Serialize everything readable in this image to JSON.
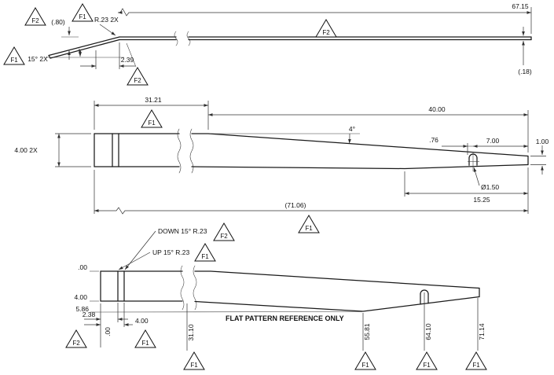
{
  "flags": {
    "f1": "F1",
    "f2": "F2"
  },
  "top_view": {
    "dim_overall": "67.15",
    "dim_offset": "(.80)",
    "note_radius": "R.23 2X",
    "dim_bend_angle": "15° 2X",
    "dim_tab_length": "2.39",
    "dim_thickness": "(.18)"
  },
  "plan_view": {
    "dim_left_section": "31.21",
    "dim_taper_length": "40.00",
    "dim_taper_angle": "4°",
    "dim_slot_offset": ".76",
    "dim_slot_to_end": "7.00",
    "dim_end_width": "1.00",
    "dim_width": "4.00 2X",
    "dim_slot_diameter": "Ø1.50",
    "dim_slot_from_end": "15.25",
    "dim_overall_ref": "(71.06)"
  },
  "flat_view": {
    "note_down_bend": "DOWN 15° R.23",
    "note_up_bend": "UP 15° R.23",
    "note_reference": "FLAT PATTERN REFERENCE ONLY",
    "ord_y_zero": ".00",
    "ord_y_width": "4.00",
    "ord_y_max": "5.86",
    "dim_bend1": "2.38",
    "dim_bend2": "4.00",
    "ord_x_zero": ".00",
    "ord_x_break": "31.10",
    "ord_x_slot_start": "55.81",
    "ord_x_slot_center": "64.10",
    "ord_x_end": "71.14"
  }
}
